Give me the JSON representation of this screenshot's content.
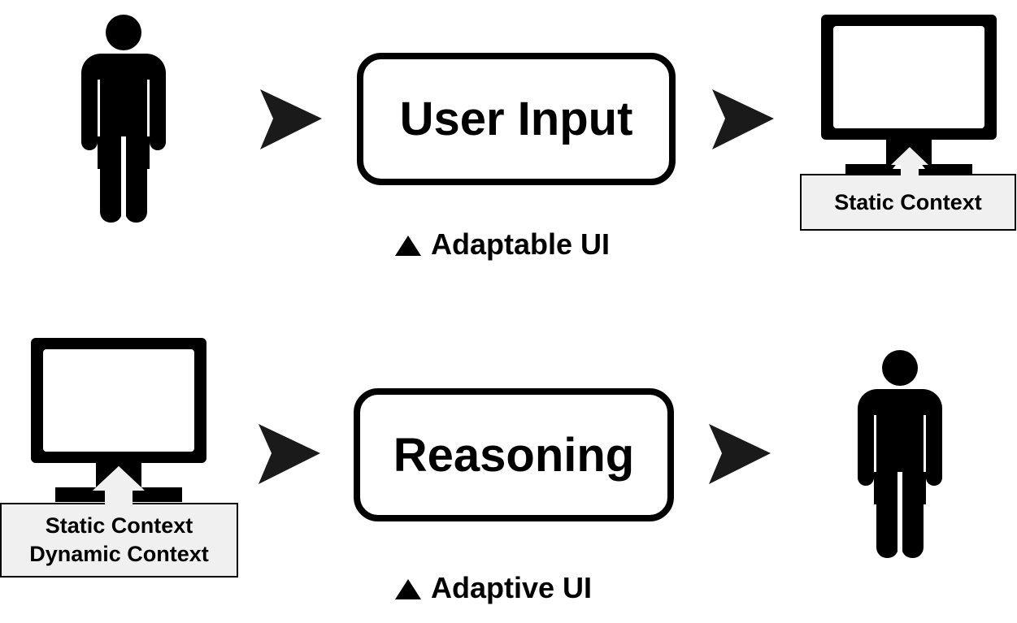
{
  "row_top": {
    "process_label": "User Input",
    "context_lines": [
      "Static Context"
    ],
    "caption": "Adaptable UI"
  },
  "row_bottom": {
    "process_label": "Reasoning",
    "context_lines": [
      "Static Context",
      "Dynamic Context"
    ],
    "caption": "Adaptive UI"
  },
  "icons": {
    "user": "person-icon",
    "system": "monitor-icon",
    "flow": "arrow-right-icon",
    "marker": "triangle-up-icon"
  }
}
